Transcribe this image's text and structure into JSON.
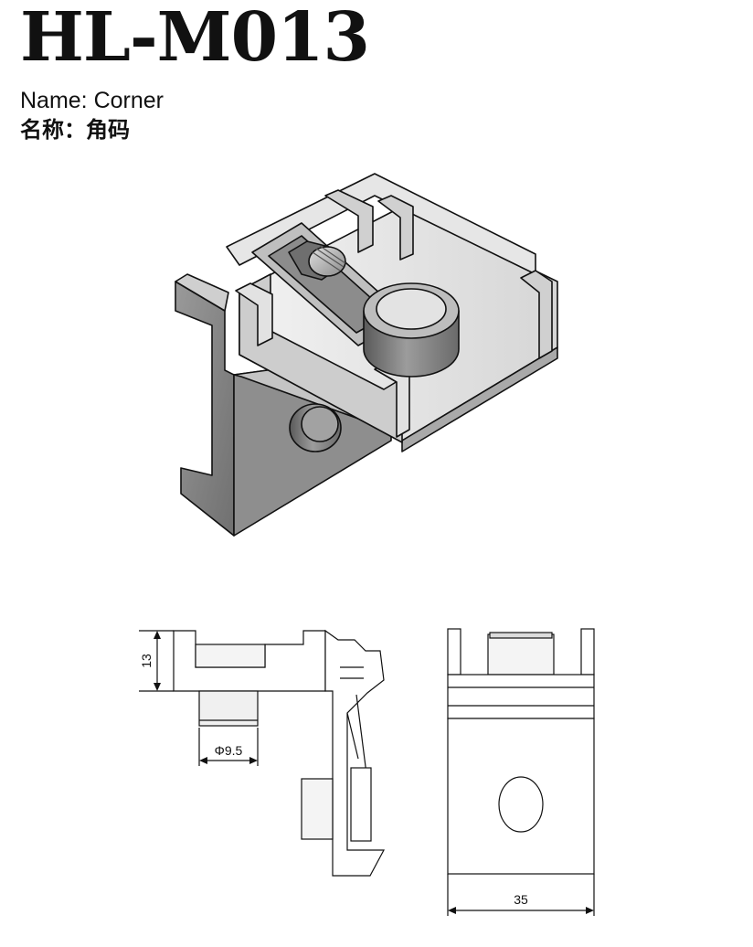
{
  "header": {
    "model": "HL-M013",
    "name_en": "Name: Corner",
    "name_cn": "名称：角码"
  },
  "dimensions": {
    "height": "13",
    "diameter": "Φ9.5",
    "width": "35"
  },
  "colors": {
    "metal_light": "#d8d8d8",
    "metal_mid": "#a8a8a8",
    "metal_dark": "#6e6e6e",
    "outline": "#111111"
  }
}
